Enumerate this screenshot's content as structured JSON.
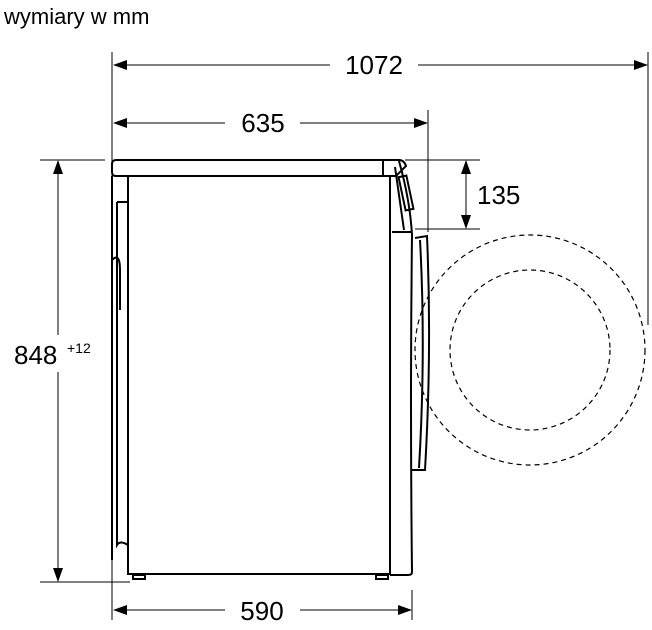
{
  "title": "wymiary w mm",
  "dimensions": {
    "total_depth_door_open": "1072",
    "depth": "635",
    "door_protrusion": "135",
    "height": "848",
    "height_tolerance": "+12",
    "base_depth": "590"
  }
}
